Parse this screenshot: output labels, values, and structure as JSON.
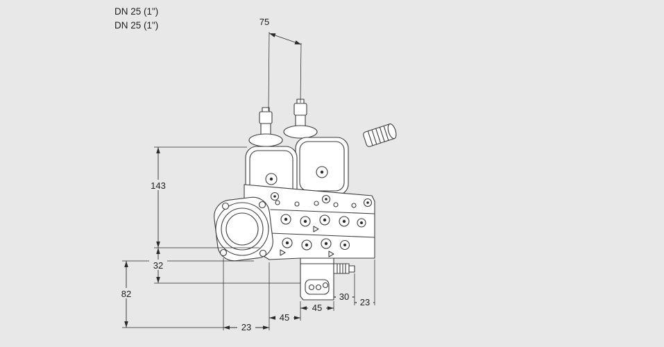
{
  "page": {
    "background": "#e8e8e8",
    "drawing_line_color": "#3a3a3a",
    "dimension_line_color": "#2a2a2a",
    "text_color": "#1c1c1c"
  },
  "labels": {
    "dn_top": "DN 25 (1\")",
    "dn_bottom": "DN 25 (1\")"
  },
  "dimensions": {
    "top_width": "75",
    "height_upper": "143",
    "height_lower": "32",
    "height_base": "82",
    "bottom_left": "23",
    "bottom_center": "45",
    "bottom_right": "45",
    "right_stub": "30",
    "right_edge": "23"
  }
}
